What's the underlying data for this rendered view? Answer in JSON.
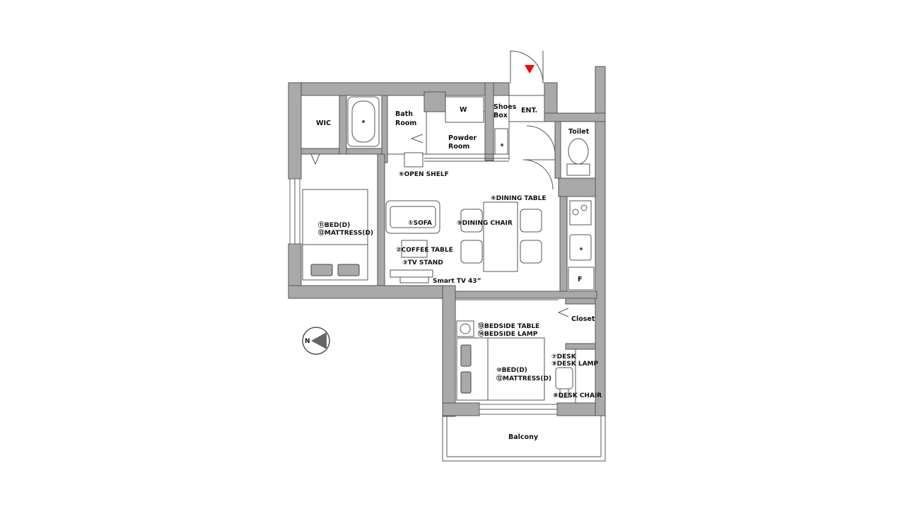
{
  "rooms": {
    "wic": "WIC",
    "bath_room": [
      "Bath",
      "Room"
    ],
    "w": "W",
    "shoes_box": [
      "Shoes",
      "Box"
    ],
    "ent": "ENT.",
    "powder_room": [
      "Powder",
      "Room"
    ],
    "toilet": "Toilet",
    "closet": "Closet",
    "balcony": "Balcony",
    "fridge": "F"
  },
  "furniture": {
    "open_shelf": "⑥OPEN SHELF",
    "dining_table": "④DINING TABLE",
    "sofa": "①SOFA",
    "dining_chair": "⑤DINING CHAIR",
    "bed_d_1": "⑪BED(D)",
    "mattress_d_1": "⑫MATTRESS(D)",
    "coffee_table": "②COFFEE TABLE",
    "tv_stand": "③TV STAND",
    "smart_tv": "Smart TV 43”",
    "bedside_table": "⑬BEDSIDE TABLE",
    "bedside_lamp": "⑭BEDSIDE LAMP",
    "desk": "⑦DESK",
    "desk_lamp": "⑨DESK LAMP",
    "bed_d_2": "⑩BED(D)",
    "mattress_d_2": "⑫MATTRESS(D)",
    "desk_chair": "⑧DESK CHAIR"
  },
  "compass": {
    "letter": "N"
  },
  "colors": {
    "wall": "#a9a9a9",
    "entrance_marker": "#ff0000"
  }
}
